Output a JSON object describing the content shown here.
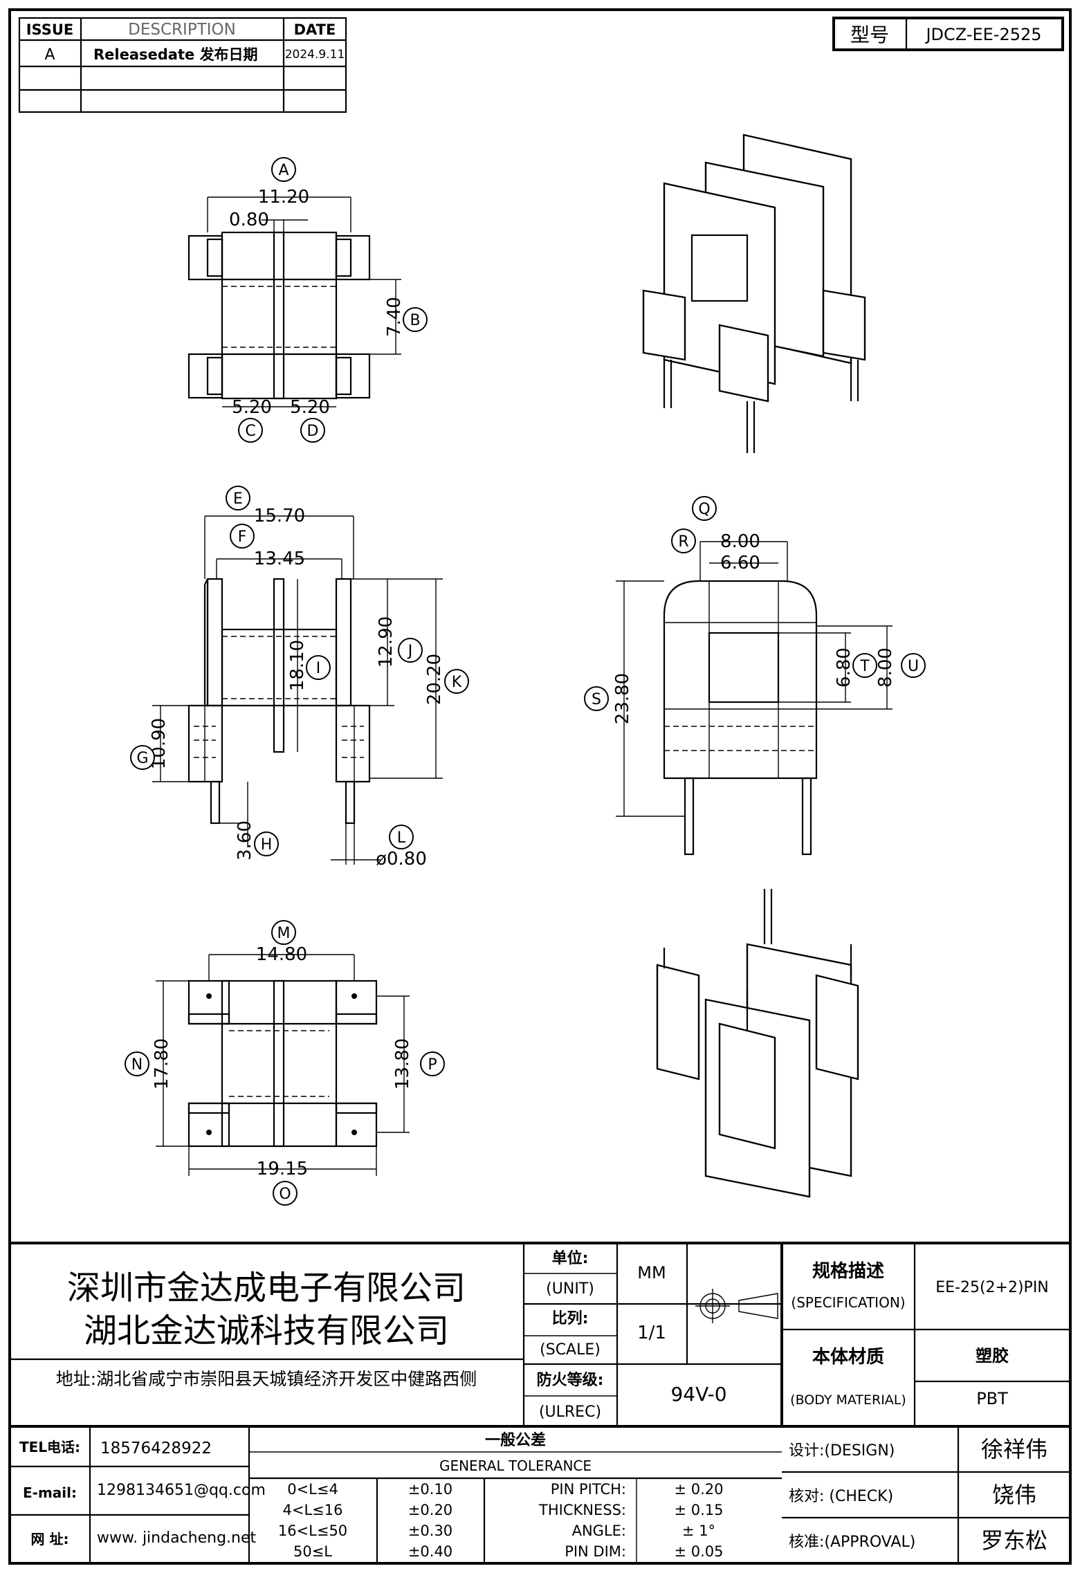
{
  "revision_table": {
    "headers": [
      "ISSUE",
      "DESCRIPTION",
      "DATE"
    ],
    "rows": [
      {
        "issue": "A",
        "description": "Releasedate 发布日期",
        "date": "2024.9.11"
      },
      {
        "issue": "",
        "description": "",
        "date": ""
      },
      {
        "issue": "",
        "description": "",
        "date": ""
      }
    ]
  },
  "model": {
    "label": "型号",
    "value": "JDCZ-EE-2525"
  },
  "views": {
    "top": {
      "A": "11.20",
      "pin_w": "0.80",
      "B": "7.40",
      "C": "5.20",
      "D": "5.20"
    },
    "front": {
      "E": "15.70",
      "F": "13.45",
      "G": "10.90",
      "H": "3.60",
      "I": "18.10",
      "J": "12.90",
      "K": "20.20",
      "L": "ø0.80"
    },
    "side": {
      "Q": "8.00",
      "R": "6.60",
      "S": "23.80",
      "T": "6.80",
      "U": "8.00"
    },
    "bottom": {
      "M": "14.80",
      "N": "17.80",
      "O": "19.15",
      "P": "13.80"
    }
  },
  "circles": [
    "A",
    "B",
    "C",
    "D",
    "E",
    "F",
    "G",
    "H",
    "I",
    "J",
    "K",
    "L",
    "M",
    "N",
    "O",
    "P",
    "Q",
    "R",
    "S",
    "T",
    "U"
  ],
  "company": {
    "name1": "深圳市金达成电子有限公司",
    "name2": "湖北金达诚科技有限公司",
    "address": "地址:湖北省咸宁市崇阳县天城镇经济开发区中健路西侧",
    "tel_label": "TEL电话:",
    "tel": "18576428922",
    "email_label": "E-mail:",
    "email": "1298134651@qq.com",
    "web_label": "网 址:",
    "web": "www. jindacheng.net"
  },
  "title_block": {
    "unit_cn": "单位:",
    "unit_en": "(UNIT)",
    "unit_val": "MM",
    "scale_cn": "比列:",
    "scale_en": "(SCALE)",
    "scale_val": "1/1",
    "fire_cn": "防火等级:",
    "fire_en": "(ULREC)",
    "fire_val": "94V-0",
    "spec_cn": "规格描述",
    "spec_en": "(SPECIFICATION)",
    "spec_val": "EE-25(2+2)PIN",
    "mat_cn": "本体材质",
    "mat_en": "(BODY MATERIAL)",
    "mat_val_cn": "塑胶",
    "mat_val_en": "PBT",
    "design_label": "设计:(DESIGN)",
    "design_name": "徐祥伟",
    "check_label": "核对: (CHECK)",
    "check_name": "饶伟",
    "approval_label": "核准:(APPROVAL)",
    "approval_name": "罗东松"
  },
  "tolerance": {
    "title_cn": "一般公差",
    "title_en": "GENERAL TOLERANCE",
    "ranges": [
      {
        "range": "0<L≤4",
        "tol": "±0.10"
      },
      {
        "range": "4<L≤16",
        "tol": "±0.20"
      },
      {
        "range": "16<L≤50",
        "tol": "±0.30"
      },
      {
        "range": "50≤L",
        "tol": "±0.40"
      }
    ],
    "items": [
      {
        "name": "PIN PITCH:",
        "tol": "± 0.20"
      },
      {
        "name": "THICKNESS:",
        "tol": "± 0.15"
      },
      {
        "name": "ANGLE:",
        "tol": "± 1°"
      },
      {
        "name": "PIN DIM:",
        "tol": "± 0.05"
      }
    ]
  }
}
